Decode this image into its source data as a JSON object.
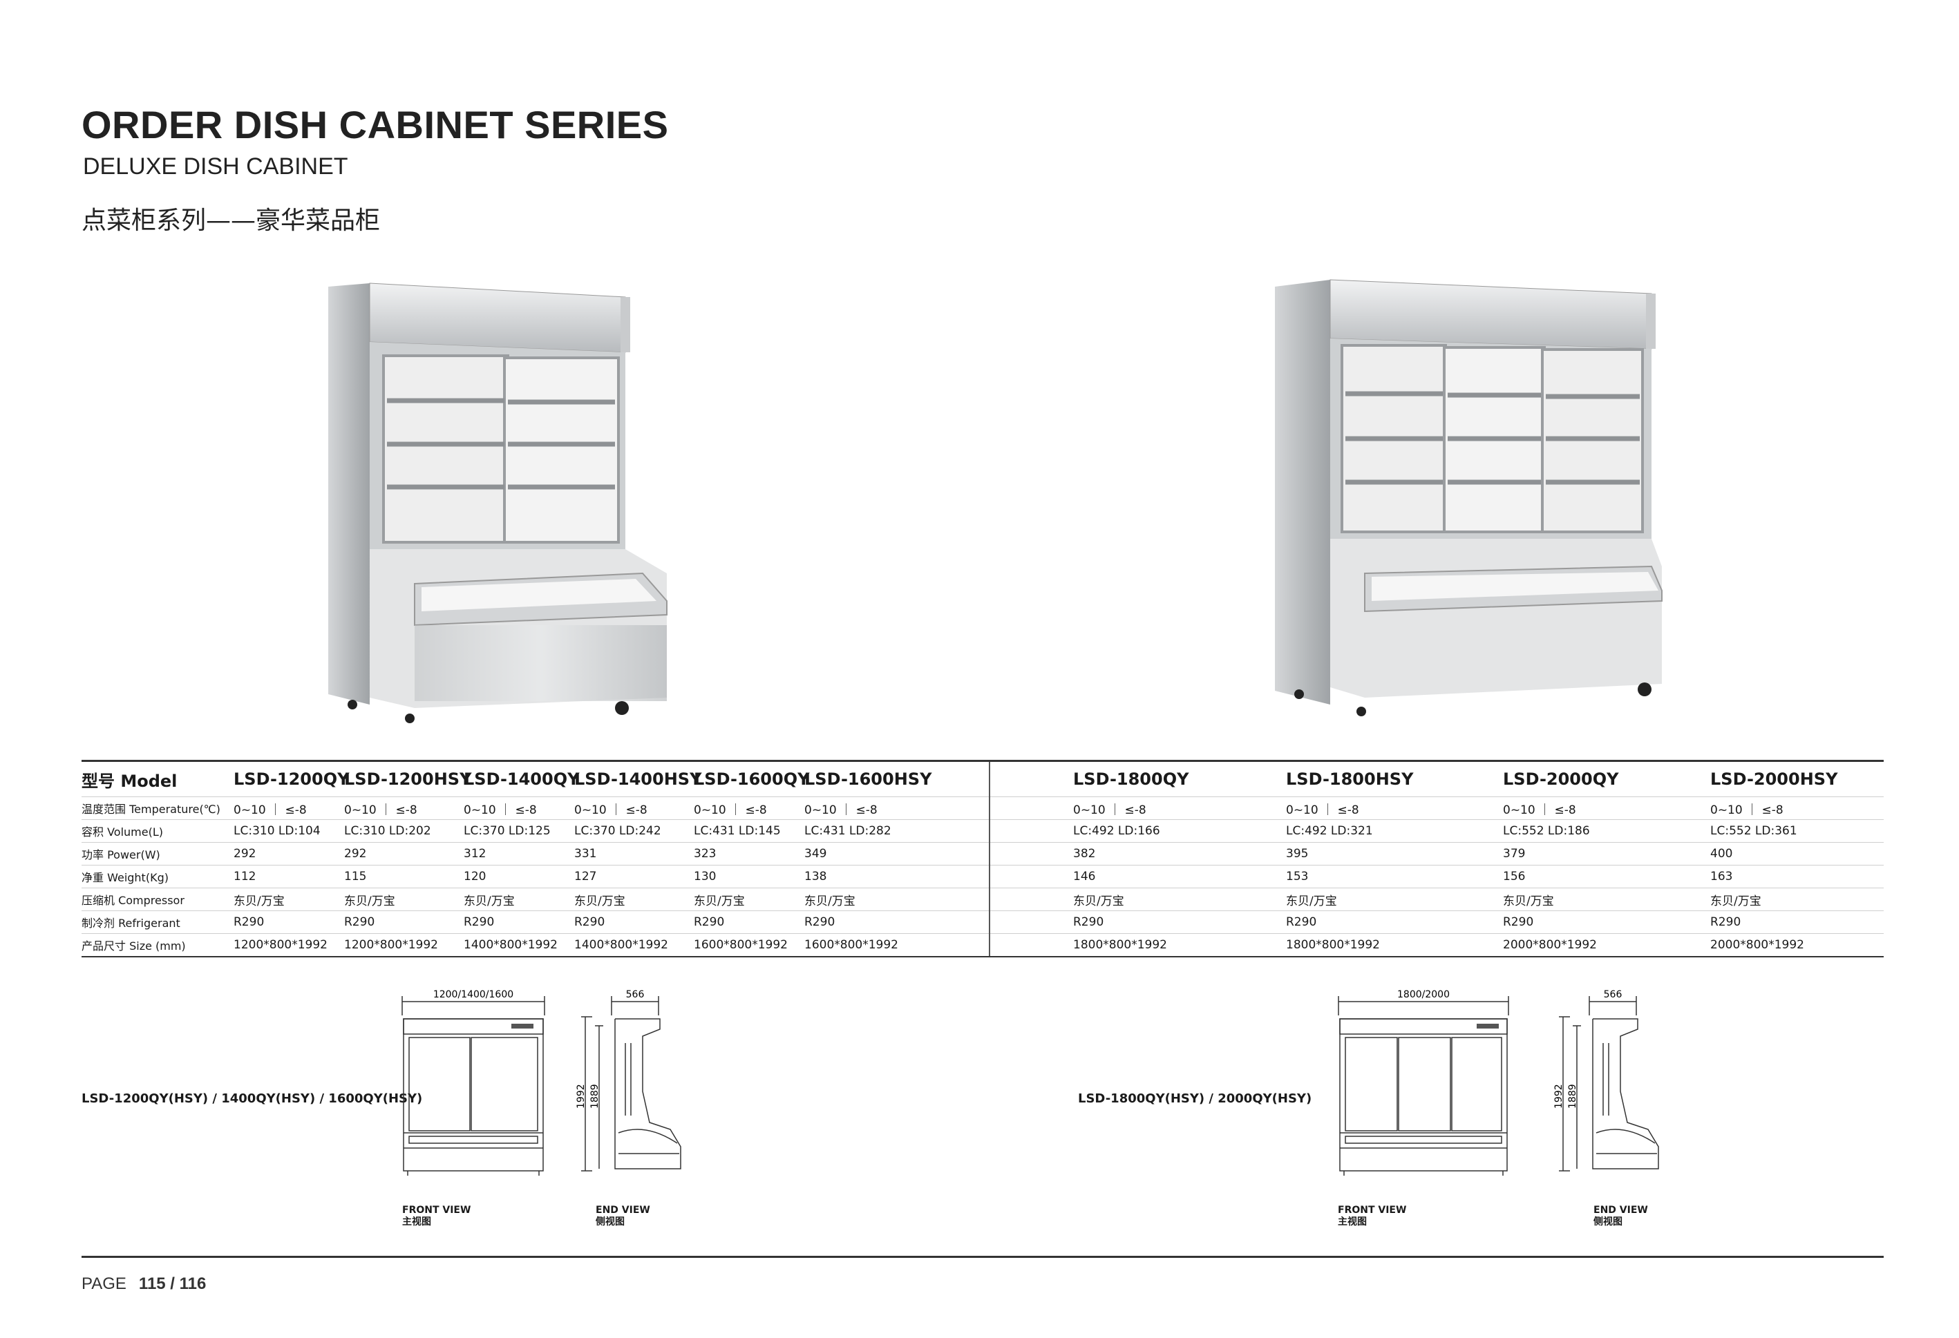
{
  "header": {
    "title": "ORDER DISH CABINET SERIES",
    "subtitle": "DELUXE DISH CABINET",
    "cn_title": "点菜柜系列——豪华菜品柜"
  },
  "table": {
    "model_label": "型号 Model",
    "models": [
      "LSD-1200QY",
      "LSD-1200HSY",
      "LSD-1400QY",
      "LSD-1400HSY",
      "LSD-1600QY",
      "LSD-1600HSY",
      "LSD-1800QY",
      "LSD-1800HSY",
      "LSD-2000QY",
      "LSD-2000HSY"
    ],
    "rows": [
      {
        "label": "温度范围 Temperature(℃)",
        "values": [
          "0~10 ｜ ≤-8",
          "0~10 ｜ ≤-8",
          "0~10 ｜ ≤-8",
          "0~10 ｜ ≤-8",
          "0~10 ｜ ≤-8",
          "0~10 ｜ ≤-8",
          "0~10 ｜ ≤-8",
          "0~10 ｜ ≤-8",
          "0~10 ｜ ≤-8",
          "0~10 ｜ ≤-8"
        ]
      },
      {
        "label": "容积 Volume(L)",
        "values": [
          "LC:310 LD:104",
          "LC:310 LD:202",
          "LC:370 LD:125",
          "LC:370 LD:242",
          "LC:431 LD:145",
          "LC:431 LD:282",
          "LC:492 LD:166",
          "LC:492 LD:321",
          "LC:552 LD:186",
          "LC:552 LD:361"
        ]
      },
      {
        "label": "功率 Power(W)",
        "values": [
          "292",
          "292",
          "312",
          "331",
          "323",
          "349",
          "382",
          "395",
          "379",
          "400"
        ]
      },
      {
        "label": "净重 Weight(Kg)",
        "values": [
          "112",
          "115",
          "120",
          "127",
          "130",
          "138",
          "146",
          "153",
          "156",
          "163"
        ]
      },
      {
        "label": "压缩机 Compressor",
        "values": [
          "东贝/万宝",
          "东贝/万宝",
          "东贝/万宝",
          "东贝/万宝",
          "东贝/万宝",
          "东贝/万宝",
          "东贝/万宝",
          "东贝/万宝",
          "东贝/万宝",
          "东贝/万宝"
        ]
      },
      {
        "label": "制冷剂 Refrigerant",
        "values": [
          "R290",
          "R290",
          "R290",
          "R290",
          "R290",
          "R290",
          "R290",
          "R290",
          "R290",
          "R290"
        ]
      },
      {
        "label": "产品尺寸 Size (mm)",
        "values": [
          "1200*800*1992",
          "1200*800*1992",
          "1400*800*1992",
          "1400*800*1992",
          "1600*800*1992",
          "1600*800*1992",
          "1800*800*1992",
          "1800*800*1992",
          "2000*800*1992",
          "2000*800*1992"
        ]
      }
    ]
  },
  "drawings": {
    "left": {
      "label": "LSD-1200QY(HSY) / 1400QY(HSY) / 1600QY(HSY)",
      "width_dim": "1200/1400/1600",
      "depth_dim": "566",
      "height_dim": "1992",
      "inner_height_dim": "1889",
      "front_caption_en": "FRONT VIEW",
      "front_caption_cn": "主视图",
      "end_caption_en": "END VIEW",
      "end_caption_cn": "侧视图"
    },
    "right": {
      "label": "LSD-1800QY(HSY) / 2000QY(HSY)",
      "width_dim": "1800/2000",
      "depth_dim": "566",
      "height_dim": "1992",
      "inner_height_dim": "1889",
      "front_caption_en": "FRONT VIEW",
      "front_caption_cn": "主视图",
      "end_caption_en": "END VIEW",
      "end_caption_cn": "侧视图"
    }
  },
  "footer": {
    "page_word": "PAGE",
    "page_number": "115 / 116"
  }
}
